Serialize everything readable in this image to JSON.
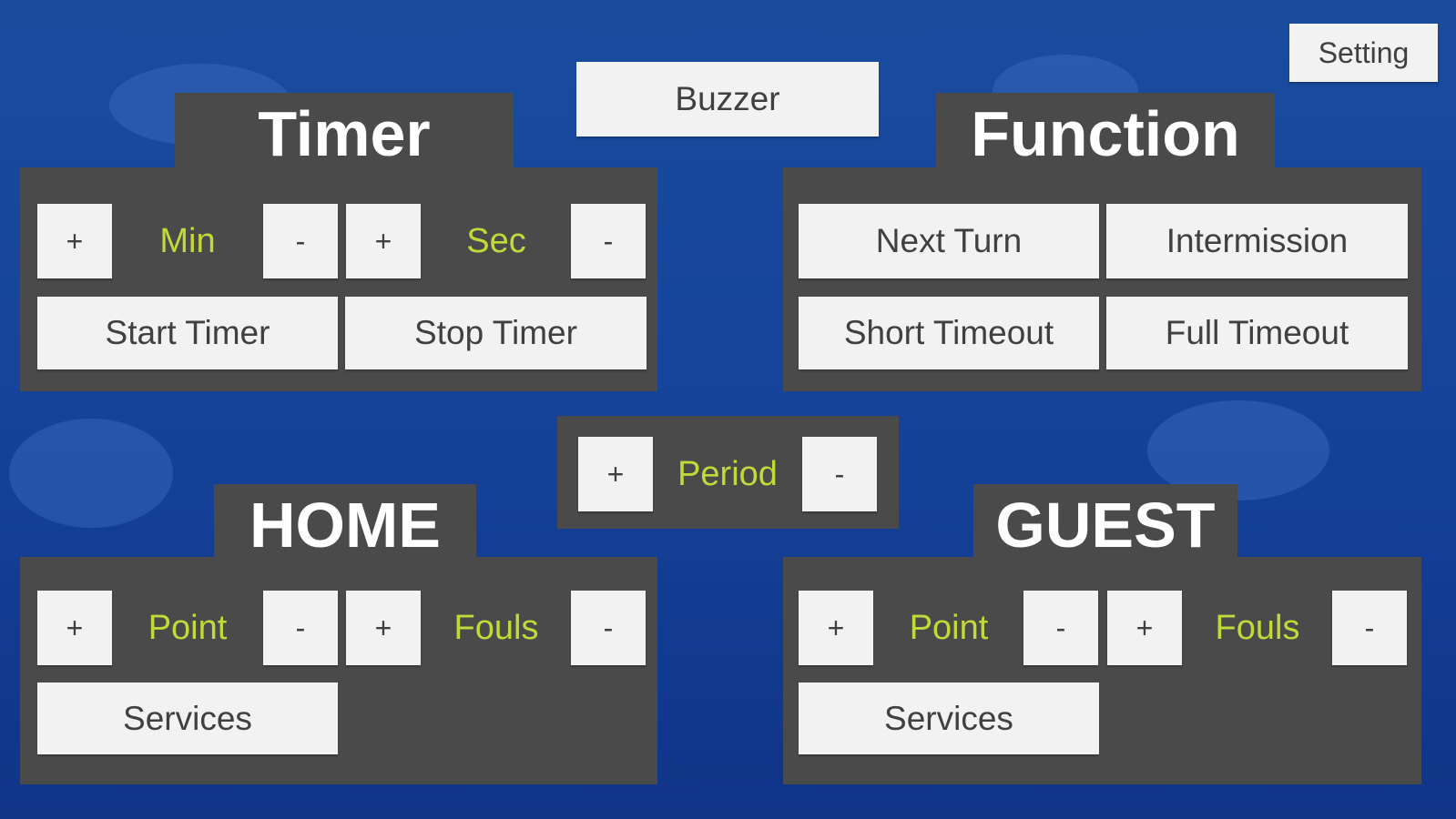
{
  "top": {
    "buzzer": "Buzzer",
    "setting": "Setting"
  },
  "timer": {
    "title": "Timer",
    "plus": "+",
    "minus": "-",
    "min": "Min",
    "sec": "Sec",
    "start": "Start Timer",
    "stop": "Stop Timer"
  },
  "function": {
    "title": "Function",
    "next_turn": "Next Turn",
    "intermission": "Intermission",
    "short_timeout": "Short Timeout",
    "full_timeout": "Full Timeout"
  },
  "period": {
    "label": "Period",
    "plus": "+",
    "minus": "-"
  },
  "home": {
    "title": "HOME",
    "point": "Point",
    "fouls": "Fouls",
    "services": "Services",
    "plus": "+",
    "minus": "-"
  },
  "guest": {
    "title": "GUEST",
    "point": "Point",
    "fouls": "Fouls",
    "services": "Services",
    "plus": "+",
    "minus": "-"
  }
}
